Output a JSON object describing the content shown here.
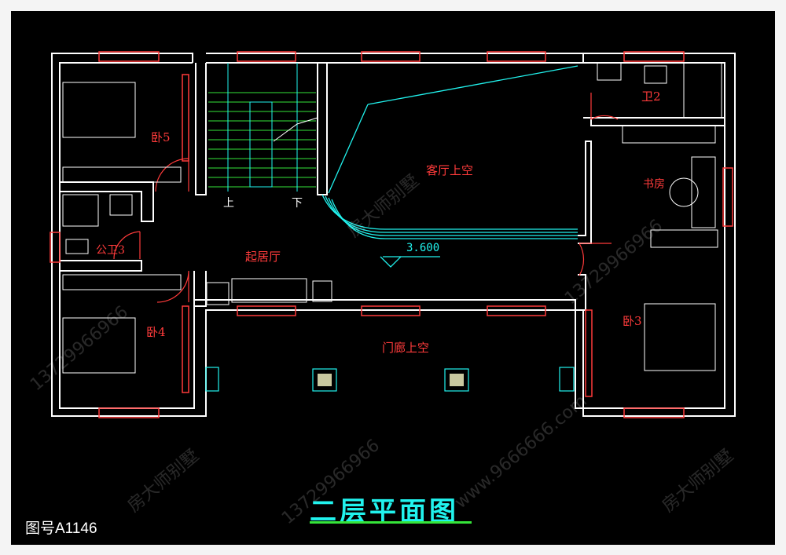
{
  "drawing": {
    "title": "二层平面图",
    "drawing_number": "图号A1146",
    "elevation": "3.600",
    "stair_up": "上",
    "stair_down": "下"
  },
  "rooms": {
    "bedroom5": "卧5",
    "bedroom4": "卧4",
    "bedroom3": "卧3",
    "bath2": "卫2",
    "public_bath3": "公卫3",
    "study": "书房",
    "living_void": "客厅上空",
    "family_room": "起居厅",
    "porch_void": "门廊上空"
  },
  "watermarks": {
    "brand": "房大师别墅",
    "phone": "13729966966",
    "site": "www.9666666.com"
  },
  "colors": {
    "background": "#000000",
    "wall": "#ffffff",
    "window": "#ff3b3b",
    "cyan": "#21f3ee",
    "green": "#35e43a"
  }
}
